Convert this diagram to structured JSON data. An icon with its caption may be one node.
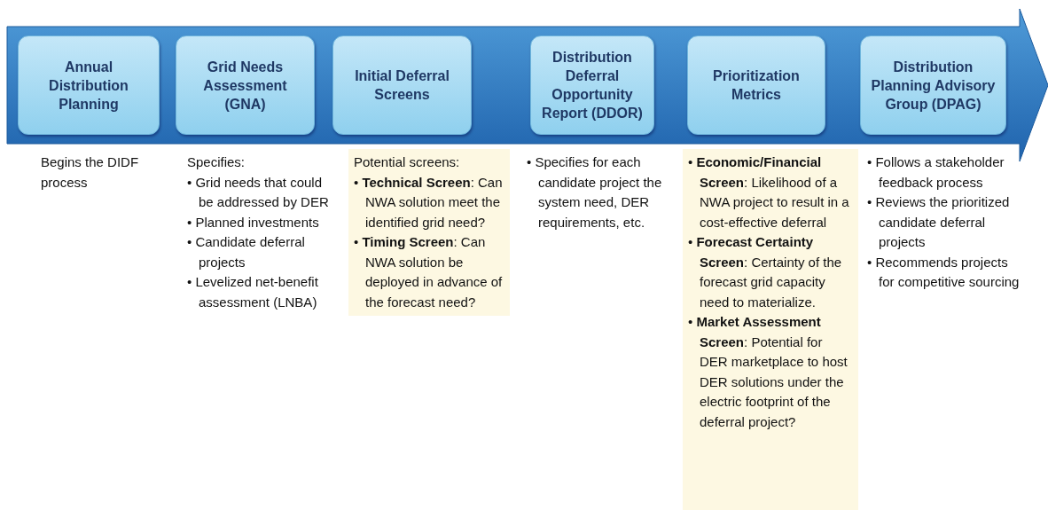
{
  "diagram": {
    "nodes": [
      {
        "text": [
          "Annual Distribution Planning"
        ],
        "beside": [
          "Begins the DIDF process"
        ]
      },
      {
        "text": [
          "Grid Needs Assessment (GNA)"
        ],
        "beside": [
          "Specifies:",
          "• Grid needs that could be addressed by DER",
          "• Planned investments",
          "• Candidate deferral projects",
          "• Levelized net-benefit assessment (LNBA)"
        ]
      },
      {
        "text": [
          "Initial Deferral Screens"
        ],
        "beside": [
          "Potential screens:",
          "• **Technical Screen**: Can NWA solution meet the identified grid need?",
          "• **Timing Screen**: Can NWA solution be deployed in advance of the forecast need?"
        ]
      },
      {
        "text": [
          "Distribution Deferral Opportunity Report (DDOR)"
        ],
        "beside": [
          "• Specifies for each candidate project the system need, DER requirements, etc."
        ]
      },
      {
        "text": [
          "Prioritization Metrics"
        ],
        "beside": [
          "• **Economic/Financial Screen**: Likelihood of a NWA project to result in a cost-effective deferral",
          "• **Forecast Certainty Screen**: Certainty of the forecast grid capacity need to materialize.",
          "• **Market Assessment Screen**: Potential for DER marketplace to host DER solutions under the electric footprint of the deferral project?"
        ]
      },
      {
        "text": [
          "Distribution Planning Advisory Group (DPAG)"
        ],
        "beside": [
          "• Follows a stakeholder feedback process",
          "• Reviews the prioritized candidate deferral projects",
          "• Recommends projects for competitive sourcing"
        ]
      }
    ],
    "edges": []
  }
}
